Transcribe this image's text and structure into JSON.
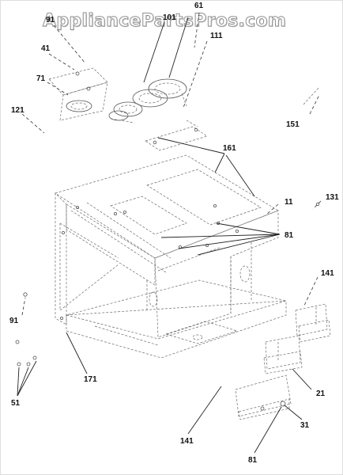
{
  "watermark": "AppliancePartsPros.com",
  "callouts": {
    "c61": "61",
    "c101": "101",
    "c91_top": "91",
    "c111": "111",
    "c41": "41",
    "c71": "71",
    "c121": "121",
    "c151": "151",
    "c161": "161",
    "c11": "11",
    "c131": "131",
    "c81_mid": "81",
    "c141_right": "141",
    "c91_left": "91",
    "c171": "171",
    "c51": "51",
    "c21": "21",
    "c31": "31",
    "c141_bottom": "141",
    "c81_bottom": "81"
  }
}
